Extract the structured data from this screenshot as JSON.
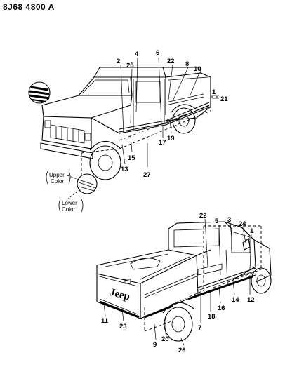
{
  "diagram_code": "8J68 4800 A",
  "callout_notes": {
    "upper": [
      "Upper",
      "Color"
    ],
    "lower": [
      "Lower",
      "Color"
    ]
  },
  "tailgate_badge": "Jeep",
  "top_truck_labels": [
    "2",
    "25",
    "4",
    "6",
    "22",
    "8",
    "10",
    "1",
    "21",
    "19",
    "17",
    "27",
    "15",
    "13"
  ],
  "bottom_truck_labels": [
    "22",
    "5",
    "3",
    "24",
    "1",
    "12",
    "14",
    "16",
    "18",
    "7",
    "11",
    "23",
    "9",
    "20",
    "26"
  ]
}
